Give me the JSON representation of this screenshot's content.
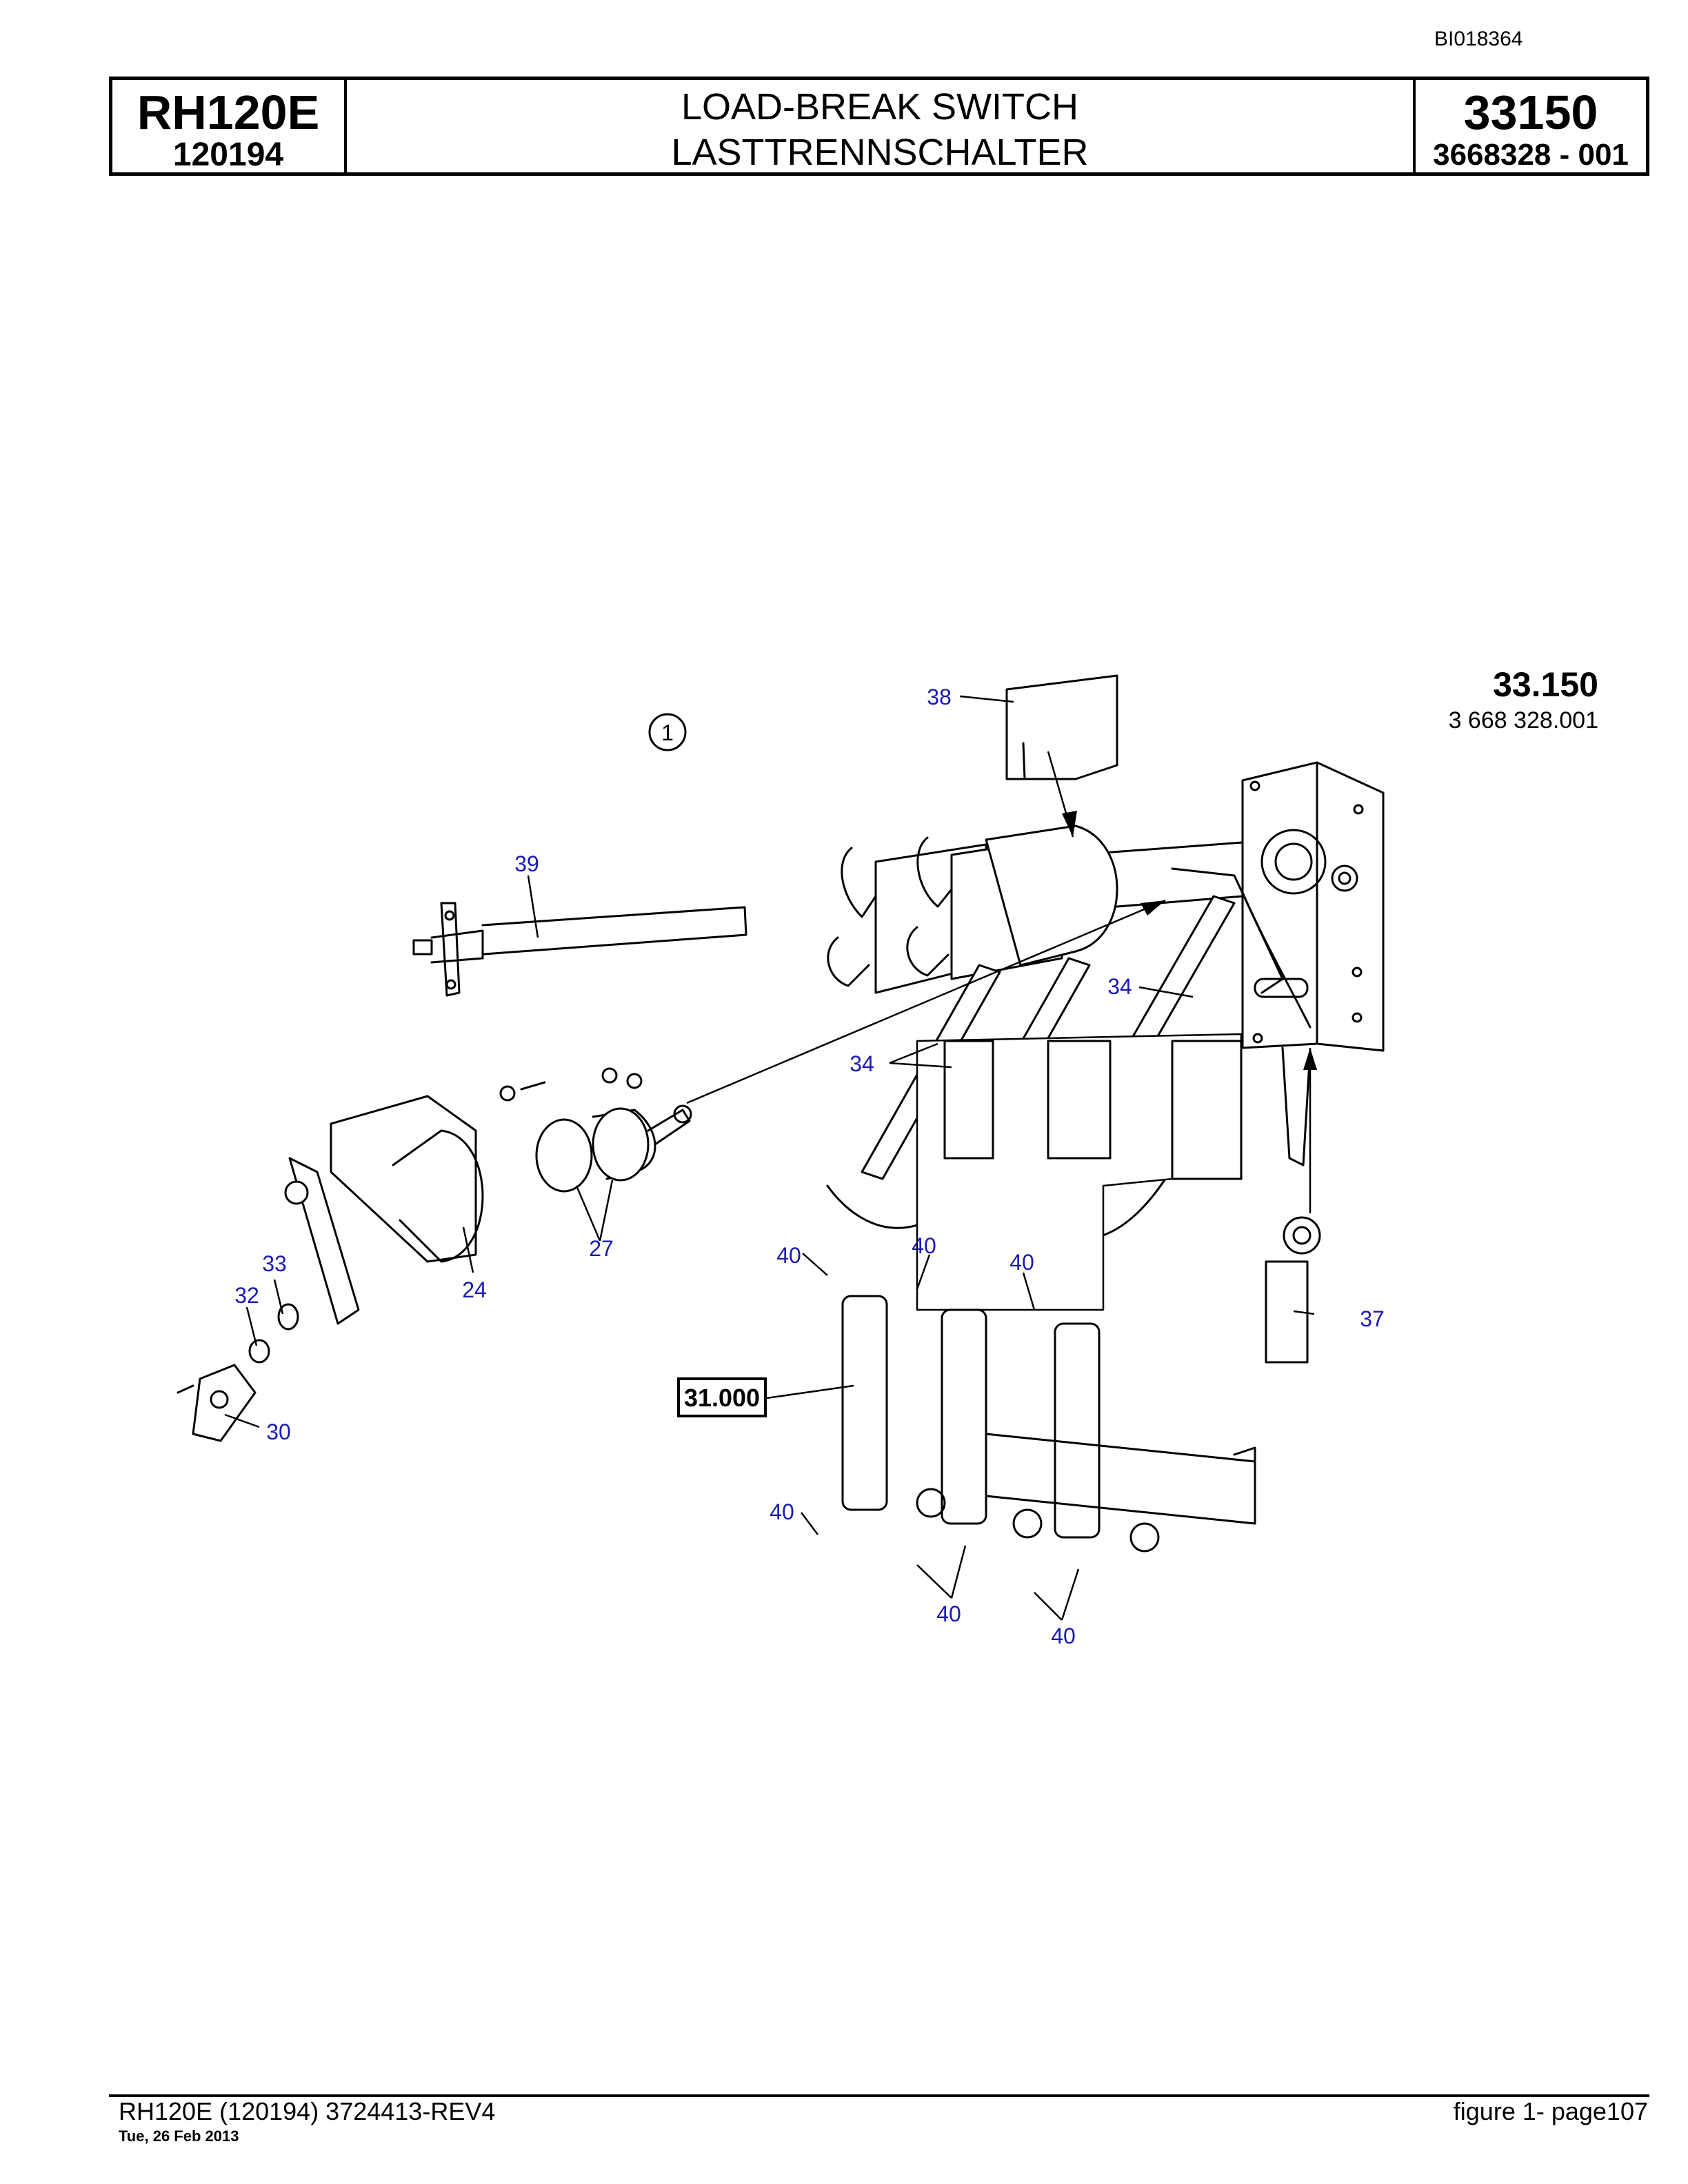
{
  "doc_id": "BI018364",
  "header": {
    "model": "RH120E",
    "serial": "120194",
    "title_en": "LOAD-BREAK SWITCH",
    "title_de": "LASTTRENNSCHALTER",
    "group_number": "33150",
    "part_number": "3668328  - 001"
  },
  "diagram": {
    "group_label": "33.150",
    "group_part": "3 668 328.001",
    "figure_number": "1",
    "ref_box": "31.000",
    "callouts": {
      "c38": "38",
      "c39": "39",
      "c34a": "34",
      "c34b": "34",
      "c24": "24",
      "c27": "27",
      "c33": "33",
      "c32": "32",
      "c30": "30",
      "c40a": "40",
      "c40b": "40",
      "c40c": "40",
      "c40d": "40",
      "c40e": "40",
      "c40f": "40",
      "c37": "37"
    }
  },
  "footer": {
    "doc": "RH120E (120194) 3724413-REV4",
    "date": "Tue, 26 Feb 2013",
    "page": "figure  1- page107"
  }
}
